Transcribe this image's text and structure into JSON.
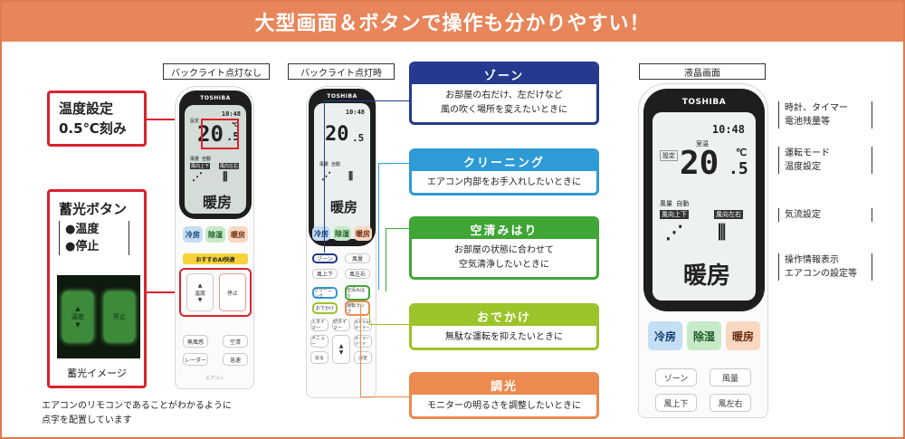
{
  "header": {
    "title": "大型画面＆ボタンで操作も分かりやすい！"
  },
  "labels": {
    "backlight_off": "バックライト点灯なし",
    "backlight_on": "バックライト点灯時",
    "lcd_screen": "液晶画面"
  },
  "left": {
    "temp_title": "温度設定",
    "temp_detail": "0.5℃刻み",
    "glow_title": "蓄光ボタン",
    "glow_item1": "●温度",
    "glow_item2": "●停止",
    "glow_btn_temp": "温度",
    "glow_btn_stop": "停止",
    "glow_caption": "蓄光イメージ",
    "footnote_line1": "エアコンのリモコンであることがわかるように",
    "footnote_line2": "点字を配置しています"
  },
  "remote": {
    "brand": "TOSHIBA",
    "clock": "10:48",
    "temp_int": "20",
    "temp_dec": ".5",
    "temp_unit": "℃",
    "preset_label": "設定",
    "room_label": "室温",
    "mode": "暖房",
    "wind": "風量 自動",
    "dir_updown": "風向上下",
    "dir_leftright": "風向左右",
    "btn_cool": "冷房",
    "btn_dry": "除湿",
    "btn_heat": "暖房",
    "recommend": "おすすめAI快適",
    "btn_temp": "温度",
    "btn_stop": "停止",
    "btn_silent": "無風感",
    "btn_airclean": "空清",
    "btn_radar": "レーダー",
    "btn_quick": "急速",
    "brand_bottom": "エアコン",
    "btn_zone": "ゾーン",
    "btn_fan": "風量",
    "btn_updown": "風上下",
    "btn_leftright": "風左右",
    "btn_cleaning": "クリーニング",
    "btn_airwatch": "空清みはり",
    "btn_odekake": "おでかけ",
    "btn_lamp": "運転ランプ",
    "btn_cool_timer": "入タイマー",
    "btn_off_timer": "切タイマー",
    "btn_sleep": "おやすみタイマー",
    "btn_menu": "メニュー",
    "btn_back": "戻る",
    "btn_enter": "決定",
    "btn_timer_cancel": "タイマークリア"
  },
  "callouts": [
    {
      "title": "ゾーン",
      "line1": "お部屋の右だけ、左だけなど",
      "line2": "風の吹く場所を変えたいときに",
      "color": "#233a8e"
    },
    {
      "title": "クリーニング",
      "line1": "エアコン内部をお手入れしたいときに",
      "line2": "",
      "color": "#2e9ad6"
    },
    {
      "title": "空清みはり",
      "line1": "お部屋の状態に合わせて",
      "line2": "空気清浄したいときに",
      "color": "#3fa535"
    },
    {
      "title": "おでかけ",
      "line1": "無駄な運転を抑えたいときに",
      "line2": "",
      "color": "#9bc429"
    },
    {
      "title": "調光",
      "line1": "モニターの明るさを調整したいときに",
      "line2": "",
      "color": "#ec8a4f"
    }
  ],
  "lcd_notes": {
    "n1_line1": "時計、タイマー",
    "n1_line2": "電池残量等",
    "n2_line1": "運転モード",
    "n2_line2": "温度設定",
    "n3": "気流設定",
    "n4_line1": "操作情報表示",
    "n4_line2": "エアコンの設定等"
  },
  "big_remote": {
    "room": "冷房",
    "btn_zone": "ゾーン",
    "btn_fan": "風量",
    "btn_updown": "風上下",
    "btn_leftright": "風左右"
  }
}
